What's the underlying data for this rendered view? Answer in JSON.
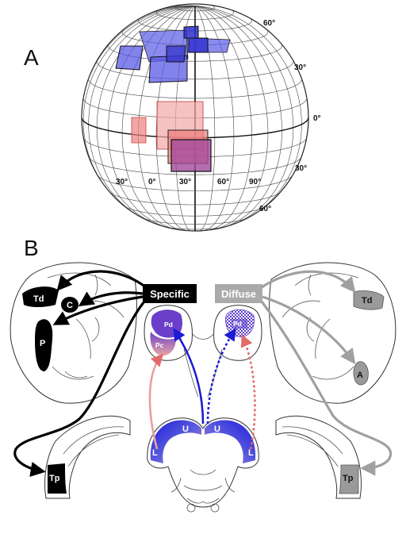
{
  "panels": {
    "a": "A",
    "b": "B"
  },
  "globe": {
    "latitude_labels": {
      "north_60": "60°",
      "north_30": "30°",
      "equator": "0°",
      "south_30": "30°",
      "south_60": "60°"
    },
    "longitude_labels": [
      "30°",
      "0°",
      "30°",
      "60°",
      "90°"
    ]
  },
  "legend": {
    "specific": "Specific",
    "diffuse": "Diffuse"
  },
  "regions": {
    "td_left": "Td",
    "c": "C",
    "p": "P",
    "tp_left": "Tp",
    "td_right": "Td",
    "a": "A",
    "tp_right": "Tp",
    "pd_left": "Pd",
    "pc": "Pc",
    "pd_right": "Pd",
    "u_left": "U",
    "u_right": "U",
    "l_left": "L",
    "l_right": "L"
  },
  "colors": {
    "specific_box": "#000000",
    "diffuse_box": "#aaaaaa",
    "upper_field": "#5a5ae6",
    "lower_field": "#f08080",
    "purple_field": "#a24a9a",
    "blue": "#1b1bd6",
    "red": "#e26a6a"
  }
}
